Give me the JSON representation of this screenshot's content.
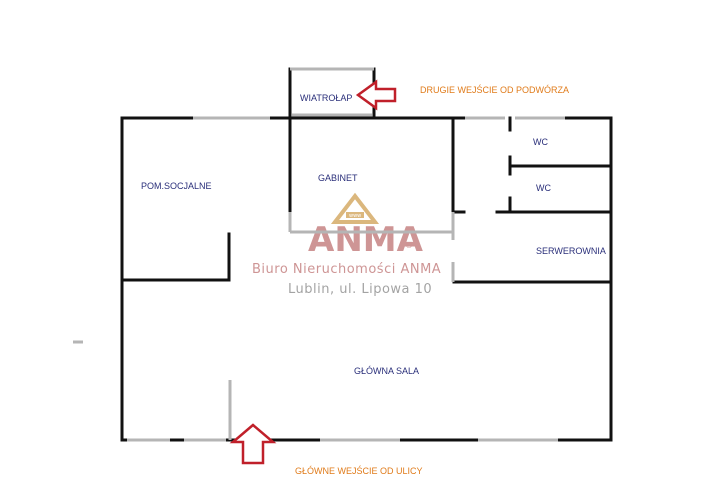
{
  "rooms": {
    "wiatrolap": "WIATROŁAP",
    "gabinet": "GABINET",
    "pom_socjalne": "POM.SOCJALNE",
    "wc1": "WC",
    "wc2": "WC",
    "serwerownia": "SERWEROWNIA",
    "glowna_sala": "GŁÓWNA SALA"
  },
  "notes": {
    "second_entrance": "DRUGIE WEJŚCIE OD PODWÓRZA",
    "main_entrance": "GŁÓWNE WEJŚCIE OD ULICY"
  },
  "watermark": {
    "logo_text": "ANMA",
    "logo_badge": "www",
    "reg_mark": "®",
    "company": "Biuro Nieruchomości ANMA",
    "address": "Lublin, ul. Lipowa 10"
  },
  "colors": {
    "wall": "#111111",
    "window": "#b5b5b5",
    "arrow": "#c0202a",
    "room_label": "#2a2f7a",
    "note": "#e07b1a",
    "watermark": "#c98a8a"
  }
}
